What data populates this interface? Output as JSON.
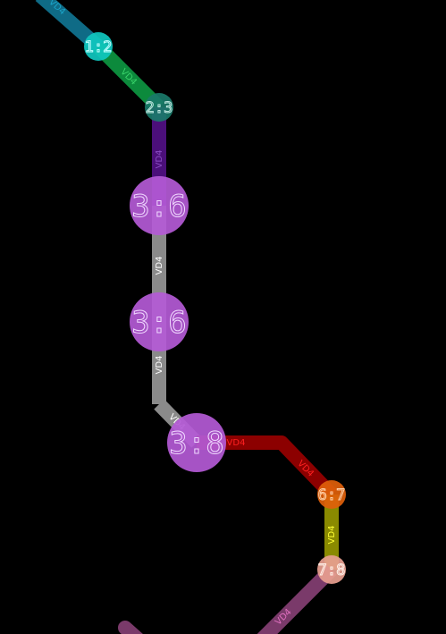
{
  "background": "#000000",
  "segments": [
    {
      "id": "top-teal",
      "label": "VD4",
      "color": "#0f6b86",
      "label_color": "#1aa3c8"
    },
    {
      "id": "green",
      "label": "VD4",
      "color": "#0c8a3c",
      "label_color": "#39d36a"
    },
    {
      "id": "purple",
      "label": "VD4",
      "color": "#4b0f7a",
      "label_color": "#8a4cc4"
    },
    {
      "id": "gray-upper",
      "label": "VD4",
      "color": "#8a8a8a",
      "label_color": "#ffffff"
    },
    {
      "id": "gray-lower",
      "label": "VD4",
      "color": "#8a8a8a",
      "label_color": "#ffffff"
    },
    {
      "id": "gray-diag",
      "label": "VD4",
      "color": "#8a8a8a",
      "label_color": "#ffffff"
    },
    {
      "id": "red",
      "label": "VD4",
      "color": "#8c0000",
      "label_color": "#ff2020"
    },
    {
      "id": "olive",
      "label": "VD4",
      "color": "#8a8a00",
      "label_color": "#ffff33"
    },
    {
      "id": "mauve",
      "label": "VD4",
      "color": "#7a3a6a",
      "label_color": "#e070c0"
    },
    {
      "id": "mauve-stub",
      "label": "",
      "color": "#7a3a6a",
      "label_color": "#e070c0"
    }
  ],
  "nodes": [
    {
      "id": "node-1-2",
      "label": "1:2",
      "color": "#10c8c0",
      "stroke": "#bfffff"
    },
    {
      "id": "node-2-3",
      "label": "2:3",
      "color": "#1a7a6a",
      "stroke": "#bfe8e0"
    },
    {
      "id": "node-3-6a",
      "label": "3:6",
      "color": "#b45ad6",
      "stroke": "#f0d8ff"
    },
    {
      "id": "node-3-6b",
      "label": "3:6",
      "color": "#b45ad6",
      "stroke": "#f0d8ff"
    },
    {
      "id": "node-3-8",
      "label": "3:8",
      "color": "#b45ad6",
      "stroke": "#f0d8ff"
    },
    {
      "id": "node-6-7",
      "label": "6:7",
      "color": "#e0600a",
      "stroke": "#ffd0a8"
    },
    {
      "id": "node-7-8",
      "label": "7:8",
      "color": "#e8a090",
      "stroke": "#fff0e8"
    }
  ]
}
